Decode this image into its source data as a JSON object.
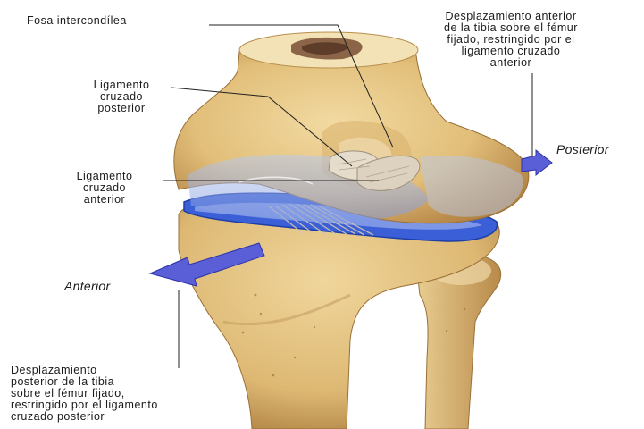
{
  "labels": {
    "fosa_intercondilea": "Fosa intercondílea",
    "desplazamiento_anterior": [
      "Desplazamiento anterior",
      "de la tibia sobre el fémur",
      "fijado, restringido por el",
      "ligamento cruzado",
      "anterior"
    ],
    "ligamento_cruzado_posterior": [
      "Ligamento",
      "cruzado",
      "posterior"
    ],
    "ligamento_cruzado_anterior": [
      "Ligamento",
      "cruzado",
      "anterior"
    ],
    "posterior": "Posterior",
    "anterior": "Anterior",
    "desplazamiento_posterior": [
      "Desplazamiento",
      "posterior de la tibia",
      "sobre el fémur fijado,",
      "restringido por el ligamento",
      "cruzado posterior"
    ]
  },
  "colors": {
    "bone": "#e7c886",
    "bone_shadow": "#b98c48",
    "meniscus": "#3b5fd6",
    "arrow": "#5a5fd8",
    "ligament": "#d8d0c0",
    "background": "#ffffff"
  }
}
